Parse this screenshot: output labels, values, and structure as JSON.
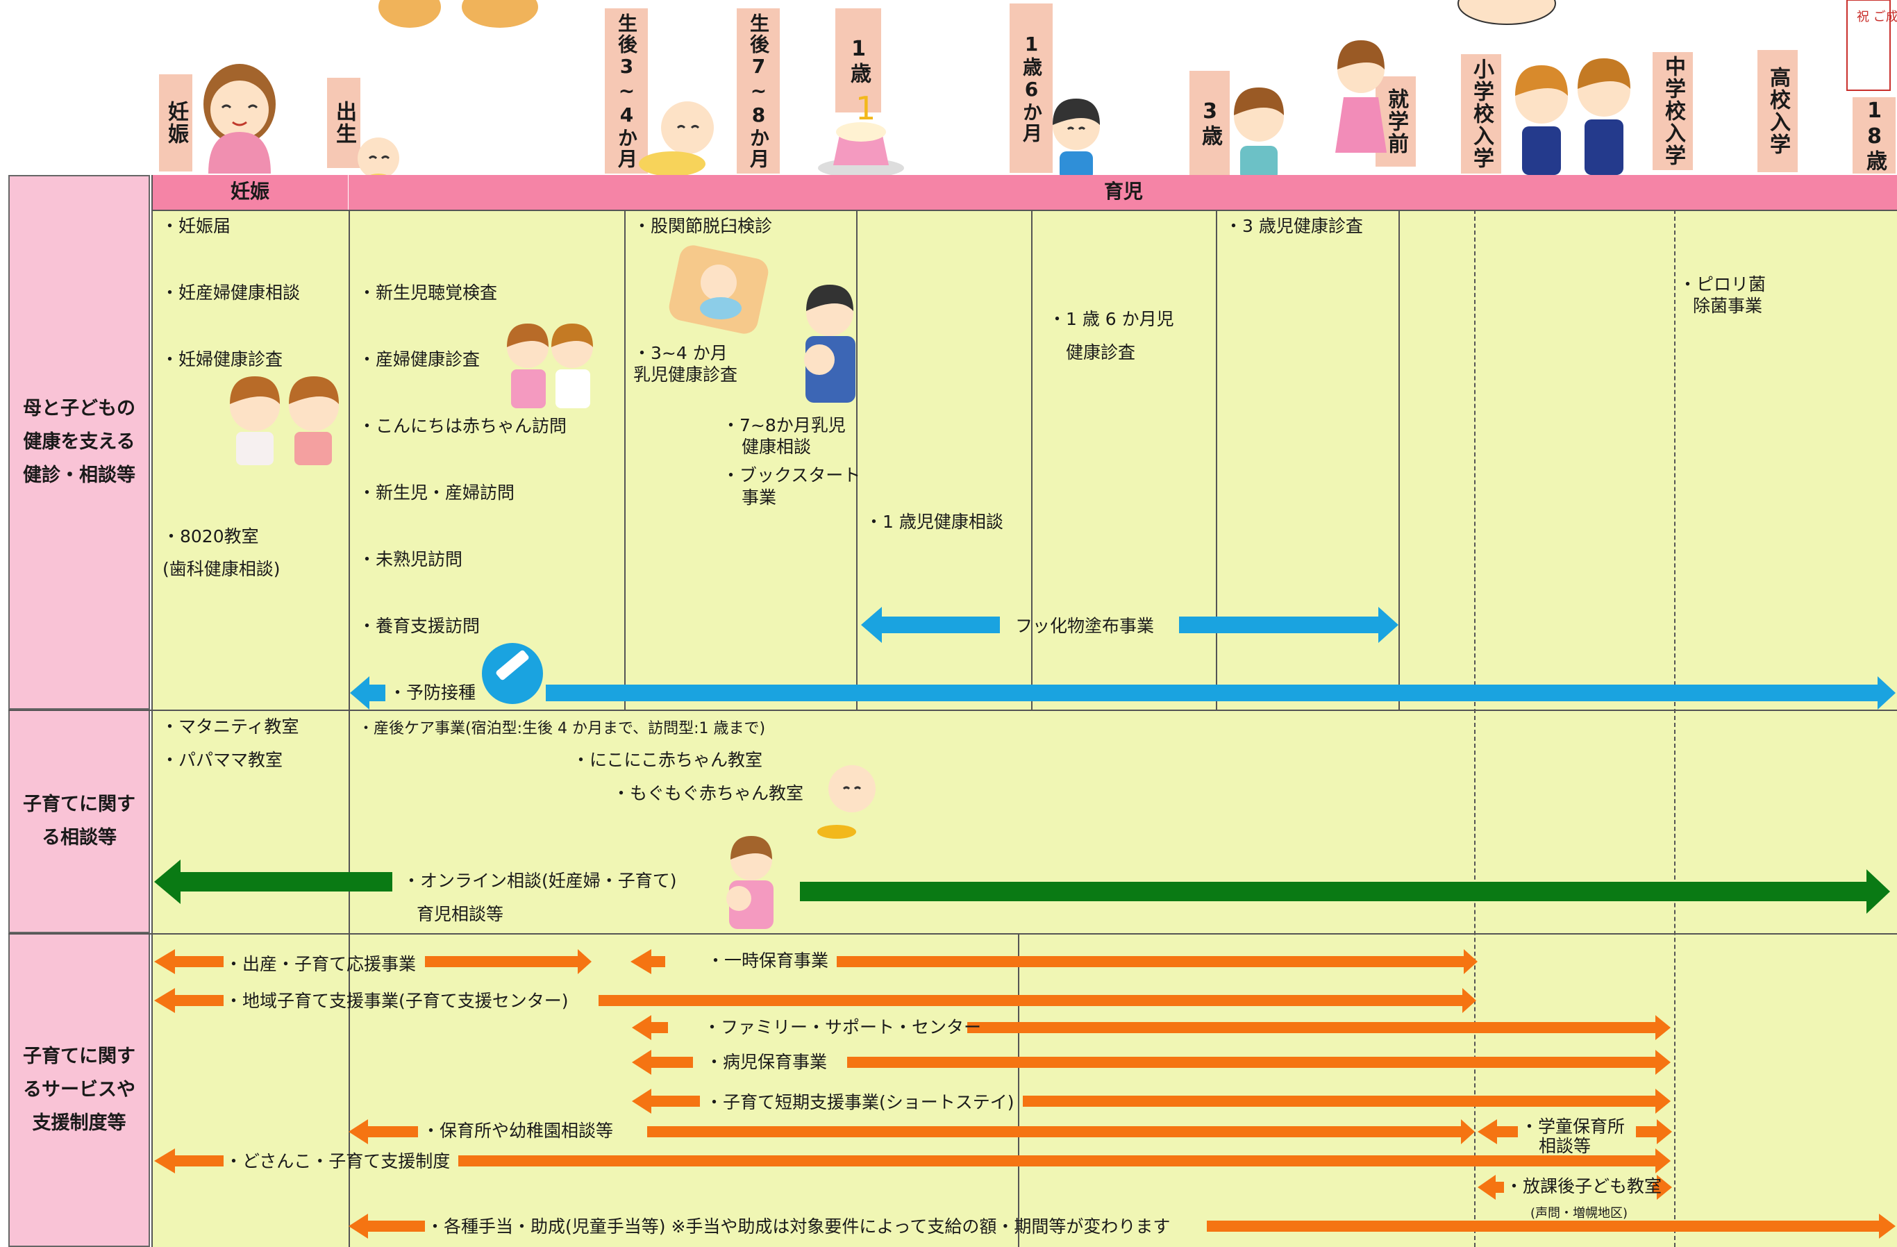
{
  "timeline": {
    "stages": [
      "妊娠",
      "出生",
      "生後3~4か月",
      "生後7~8か月",
      "1歳",
      "1歳6か月",
      "3歳",
      "就学前",
      "小学校入学",
      "中学校入学",
      "高校入学",
      "18歳"
    ]
  },
  "bands": {
    "pregnancy": "妊娠",
    "childcare": "育児"
  },
  "rows": {
    "health": "母と子どもの健康を支える健診・相談等",
    "consult": "子育てに関する相談等",
    "services": "子育てに関するサービスや支援制度等"
  },
  "health_items": {
    "p1": "・妊娠届",
    "p2": "・妊産婦健康相談",
    "p3": "・妊婦健康診査",
    "p4": "・8020教室",
    "p5": "(歯科健康相談)",
    "b1": "・新生児聴覚検査",
    "b2": "・産婦健康診査",
    "b3": "・こんにちは赤ちゃん訪問",
    "b4": "・新生児・産婦訪問",
    "b5": "・未熟児訪問",
    "b6": "・養育支援訪問",
    "h1": "・股関節脱臼検診",
    "h2": "・3~4 か月",
    "h3": "乳児健康診査",
    "h4": "・7~8か月乳児",
    "h5": "健康相談",
    "h6": "・ブックスタート",
    "h7": "事業",
    "o1": "・1 歳児健康相談",
    "o2": "・1 歳 6 か月児",
    "o3": "健康診査",
    "t1": "・3 歳児健康診査",
    "j1": "・ピロリ菌",
    "j2": "除菌事業",
    "fluoride": "フッ化物塗布事業",
    "vaccine": "・予防接種"
  },
  "consult_items": {
    "c1": "・マタニティ教室",
    "c2": "・パパママ教室",
    "c3": "・産後ケア事業(宿泊型:生後 4 か月まで、訪問型:1 歳まで)",
    "c4": "・にこにこ赤ちゃん教室",
    "c5": "・もぐもぐ赤ちゃん教室",
    "c6": "・オンライン相談(妊産婦・子育て)",
    "c7": "育児相談等"
  },
  "service_items": {
    "s1": "・出産・子育て応援事業",
    "s2": "・一時保育事業",
    "s3": "・地域子育て支援事業(子育て支援センター)",
    "s4": "・ファミリー・サポート・センター",
    "s5": "・病児保育事業",
    "s6": "・子育て短期支援事業(ショートステイ)",
    "s7": "・保育所や幼稚園相談等",
    "s8": "・学童保育所",
    "s9": "相談等",
    "s10": "・どさんこ・子育て支援制度",
    "s11": "・放課後子ども教室",
    "s12": "(声問・増幌地区)",
    "s13": "・各種手当・助成(児童手当等) ※手当や助成は対象要件によって支給の額・期間等が変わります"
  },
  "banner_text": "祝 ご成人",
  "colors": {
    "band": "#f584a6",
    "rowhead": "#f9c3d6",
    "cell": "#f0f6b4",
    "label": "#f6c8b4",
    "blue": "#1aa3e0",
    "green": "#0a7a14",
    "orange": "#f57412"
  }
}
